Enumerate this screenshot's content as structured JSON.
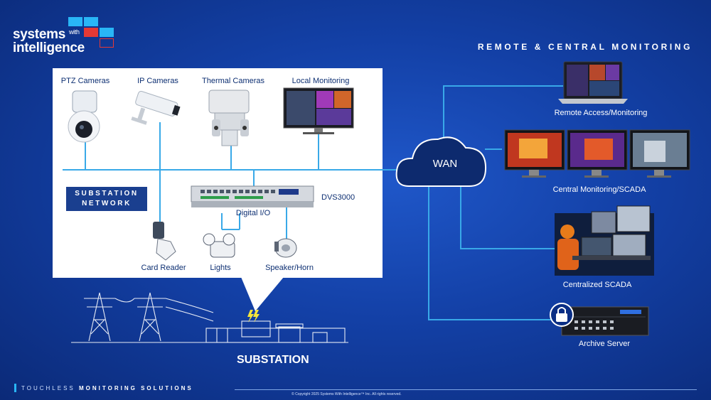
{
  "brand": {
    "logo_line1": "systems",
    "logo_with": "with",
    "logo_line2": "intelligence",
    "colors": {
      "accent_red": "#e53935",
      "accent_cyan": "#29b6f6",
      "navy": "#0d2f72"
    }
  },
  "header": {
    "remote_title": "REMOTE & CENTRAL MONITORING"
  },
  "substation_network": {
    "box_label_line1": "SUBSTATION",
    "box_label_line2": "NETWORK",
    "devices_top": [
      {
        "label": "PTZ Cameras",
        "icon": "ptz-camera-icon"
      },
      {
        "label": "IP Cameras",
        "icon": "ip-camera-icon"
      },
      {
        "label": "Thermal Cameras",
        "icon": "thermal-camera-icon"
      },
      {
        "label": "Local Monitoring",
        "icon": "monitor-icon"
      }
    ],
    "controller": {
      "name": "DVS3000",
      "io_label": "Digital I/O",
      "icon": "rack-unit-icon"
    },
    "devices_bottom": [
      {
        "label": "Card Reader",
        "icon": "card-reader-icon"
      },
      {
        "label": "Lights",
        "icon": "lights-icon"
      },
      {
        "label": "Speaker/Horn",
        "icon": "speaker-horn-icon"
      }
    ]
  },
  "substation": {
    "title": "SUBSTATION"
  },
  "wan": {
    "label": "WAN",
    "icon": "cloud-icon"
  },
  "remote": [
    {
      "label": "Remote Access/Monitoring",
      "icon": "laptop-icon"
    },
    {
      "label": "Central Monitoring/SCADA",
      "icon": "monitor-wall-icon"
    },
    {
      "label": "Centralized SCADA",
      "icon": "operator-workstation-icon"
    },
    {
      "label": "Archive Server",
      "icon": "lock-server-icon"
    }
  ],
  "footer": {
    "tagline_1": "TOUCHLESS",
    "tagline_2": "MONITORING SOLUTIONS",
    "copyright": "© Copyright 2025 Systems With Intelligence™ Inc.  All rights reserved."
  }
}
